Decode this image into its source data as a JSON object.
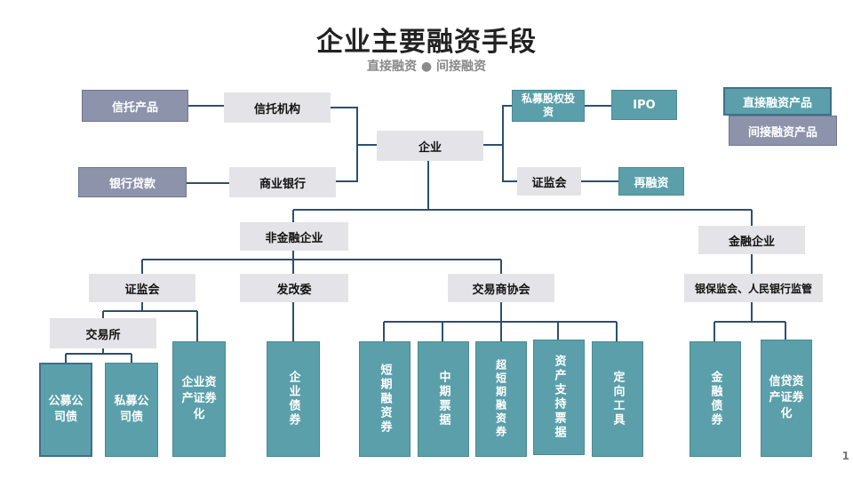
{
  "title": "企业主要融资手段",
  "subtitle": "直接融资 ● 间接融资",
  "legend": {
    "direct": "直接融资产品",
    "indirect": "间接融资产品"
  },
  "top": {
    "trust_product": "信托产品",
    "trust_institution": "信托机构",
    "bank_loan": "银行贷款",
    "commercial_bank": "商业银行",
    "enterprise": "企业",
    "private_equity": "私募股权投资",
    "ipo": "IPO",
    "csrc": "证监会",
    "refinancing": "再融资"
  },
  "middle": {
    "nonfinancial": "非金融企业",
    "financial": "金融企业",
    "csrc": "证监会",
    "ndrc": "发改委",
    "nafmii": "交易商协会",
    "cbrc_pboc": "银保监会、人民银行监管",
    "exchange": "交易所"
  },
  "products": {
    "public_bond": "公募公司债",
    "private_bond": "私募公司债",
    "abs_enterprise": "企业资产证券化",
    "enterprise_bond": "企业债券",
    "short_financing": "短期融资券",
    "mtn": "中期票据",
    "super_short": "超短期融资券",
    "abn": "资产支持票据",
    "ppn": "定向工具",
    "financial_bond": "金融债券",
    "credit_abs": "信贷资产证券化"
  },
  "page_number": "1",
  "colors": {
    "gray_box": "#e4e4e8",
    "slate_box": "#8c93ab",
    "teal_box": "#5b9faa",
    "line": "#2e4f6e"
  }
}
